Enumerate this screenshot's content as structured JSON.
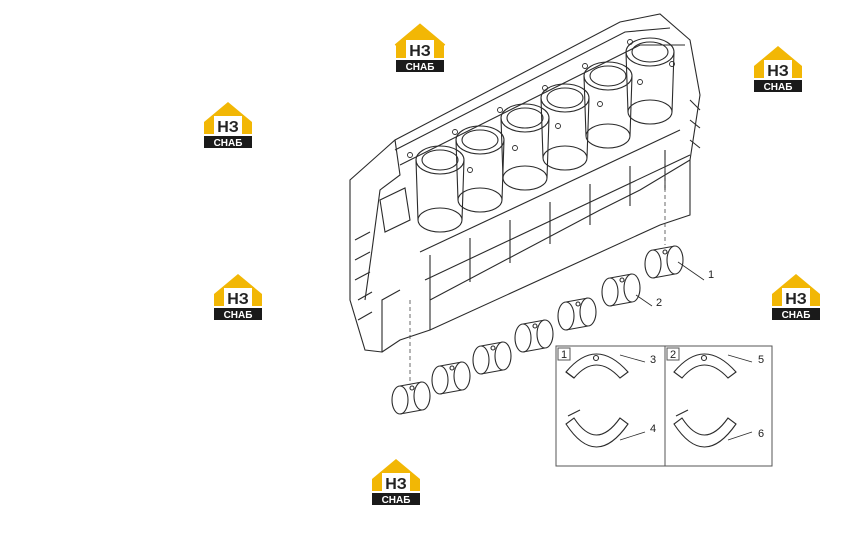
{
  "watermark": {
    "mark": "НЗ",
    "caption": "СНАБ",
    "colors": {
      "house": "#f2b705",
      "mark": "#222222",
      "band": "#1a1a1a",
      "caption": "#ffffff"
    }
  },
  "diagram": {
    "callouts": [
      "1",
      "2",
      "3",
      "4",
      "5",
      "6"
    ],
    "insets": [
      "1",
      "2"
    ],
    "colors": {
      "line": "#2b2b2b",
      "frame": "#555555"
    }
  }
}
